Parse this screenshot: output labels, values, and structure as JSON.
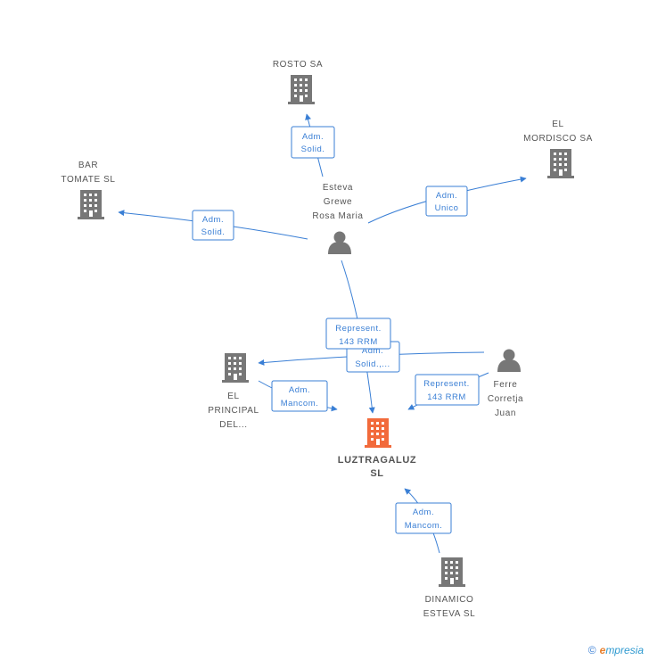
{
  "colors": {
    "edge": "#3a7fd5",
    "node_gray": "#777777",
    "node_main": "#f26a3b"
  },
  "nodes": {
    "rosto": {
      "label": [
        "ROSTO SA"
      ],
      "icon": "building-icon"
    },
    "mordisco": {
      "label": [
        "EL",
        "MORDISCO SA"
      ],
      "icon": "building-icon"
    },
    "bar_tomate": {
      "label": [
        "BAR",
        "TOMATE  SL"
      ],
      "icon": "building-icon"
    },
    "esteva": {
      "label": [
        "Esteva",
        "Grewe",
        "Rosa Maria"
      ],
      "icon": "person-icon"
    },
    "el_principal": {
      "label": [
        "EL",
        "PRINCIPAL",
        "DEL..."
      ],
      "icon": "building-icon"
    },
    "ferre": {
      "label": [
        "Ferre",
        "Corretja",
        "Juan"
      ],
      "icon": "person-icon"
    },
    "luztragaluz": {
      "label": [
        "LUZTRAGALUZ",
        "SL"
      ],
      "icon": "building-icon"
    },
    "dinamico": {
      "label": [
        "DINAMICO",
        "ESTEVA SL"
      ],
      "icon": "building-icon"
    }
  },
  "edges": [
    {
      "id": "e-esteva-rosto",
      "label": [
        "Adm.",
        "Solid."
      ]
    },
    {
      "id": "e-esteva-mordisco",
      "label": [
        "Adm.",
        "Unico"
      ]
    },
    {
      "id": "e-esteva-bar",
      "label": [
        "Adm.",
        "Solid."
      ]
    },
    {
      "id": "e-esteva-luz",
      "label": [
        "Represent.",
        "143 RRM"
      ]
    },
    {
      "id": "e-ferre-principal",
      "label": [
        "Adm.",
        "Solid.,..."
      ]
    },
    {
      "id": "e-ferre-luz",
      "label": [
        "Represent.",
        "143 RRM"
      ]
    },
    {
      "id": "e-principal-luz",
      "label": [
        "Adm.",
        "Mancom."
      ]
    },
    {
      "id": "e-dinamico-luz",
      "label": [
        "Adm.",
        "Mancom."
      ]
    }
  ],
  "footer": {
    "copyright": "©",
    "brand_initial": "e",
    "brand_rest": "mpresia"
  }
}
